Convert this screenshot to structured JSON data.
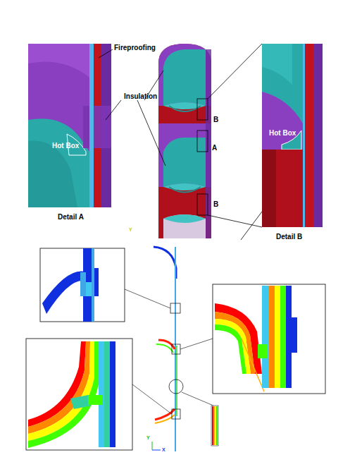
{
  "diagram": {
    "labels": [
      "Fireproofing",
      "Insulation",
      "Hot Box",
      "Detail A",
      "B",
      "A",
      "B",
      "Hot Box",
      "Detail B",
      "Y",
      "Y",
      "X"
    ]
  }
}
